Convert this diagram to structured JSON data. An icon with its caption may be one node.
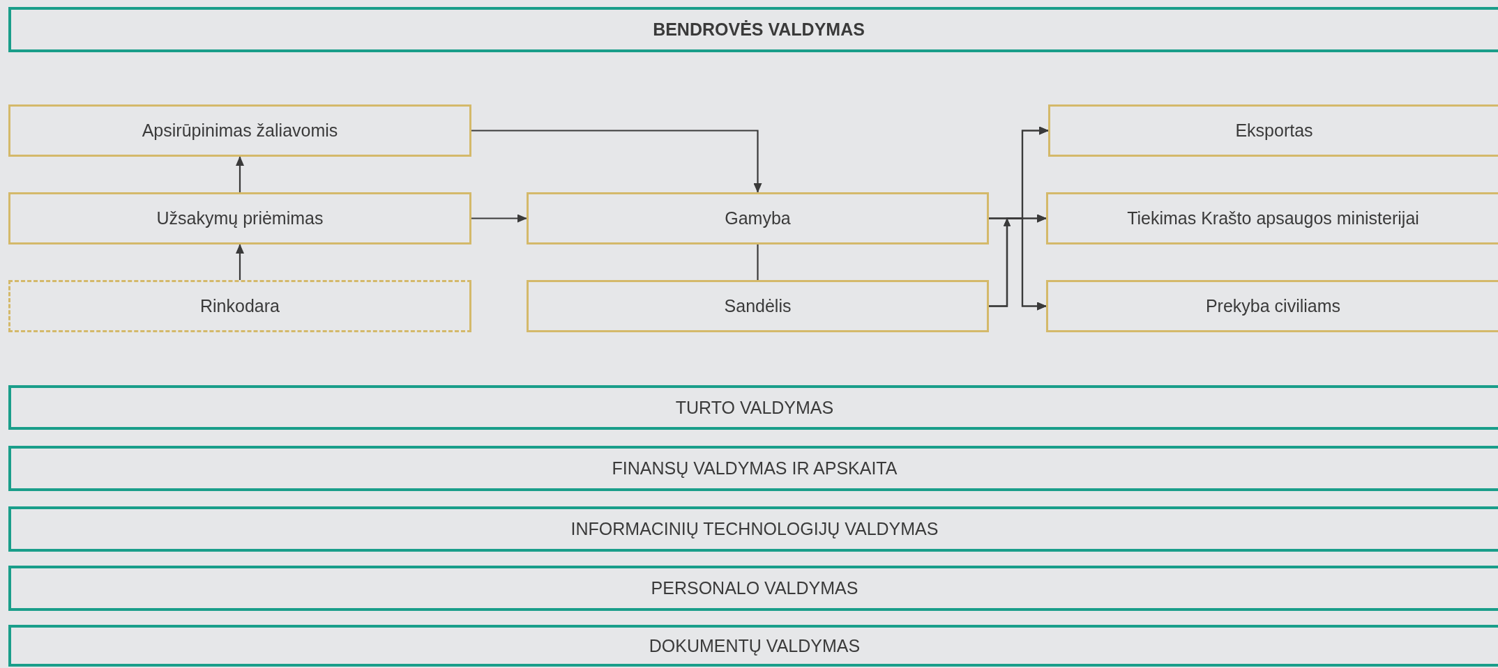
{
  "diagram": {
    "nodes": [
      {
        "text": [
          "BENDROVĖS VALDYMAS"
        ]
      },
      {
        "text": [
          "Apsirūpinimas žaliavomis"
        ]
      },
      {
        "text": [
          "Užsakymų priėmimas"
        ]
      },
      {
        "text": [
          "Rinkodara"
        ]
      },
      {
        "text": [
          "Gamyba"
        ]
      },
      {
        "text": [
          "Sandėlis"
        ]
      },
      {
        "text": [
          "Eksportas"
        ]
      },
      {
        "text": [
          "Tiekimas Krašto apsaugos ministerijai"
        ]
      },
      {
        "text": [
          "Prekyba civiliams"
        ]
      },
      {
        "text": [
          "TURTO VALDYMAS"
        ]
      },
      {
        "text": [
          "FINANSŲ VALDYMAS IR APSKAITA"
        ]
      },
      {
        "text": [
          "INFORMACINIŲ TECHNOLOGIJŲ VALDYMAS"
        ]
      },
      {
        "text": [
          "PERSONALO VALDYMAS"
        ]
      },
      {
        "text": [
          "DOKUMENTŲ VALDYMAS"
        ]
      }
    ],
    "edges": [
      {
        "from": 2,
        "to": 1,
        "arrow": "to"
      },
      {
        "from": 3,
        "to": 2,
        "arrow": "to"
      },
      {
        "from": 1,
        "to": 4,
        "arrow": "to"
      },
      {
        "from": 2,
        "to": 4,
        "arrow": "to"
      },
      {
        "from": 4,
        "to": 5,
        "arrow": "none"
      },
      {
        "from": 4,
        "to": 6,
        "arrow": "to"
      },
      {
        "from": 4,
        "to": 7,
        "arrow": "to"
      },
      {
        "from": 4,
        "to": 8,
        "arrow": "to"
      },
      {
        "from": 5,
        "to": 6,
        "arrow": "to"
      },
      {
        "from": 5,
        "to": 7,
        "arrow": "to"
      },
      {
        "from": 5,
        "to": 8,
        "arrow": "to"
      }
    ]
  }
}
